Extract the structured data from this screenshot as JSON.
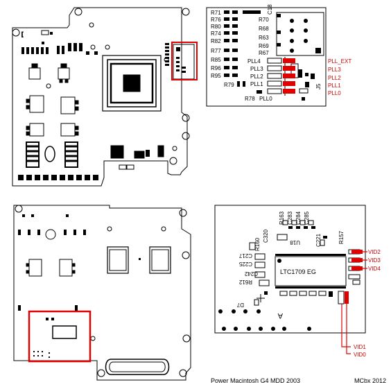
{
  "colors": {
    "board": "#000000",
    "highlight": "#e00000",
    "pad": "#000000",
    "red_label": "#d00000"
  },
  "top_right": {
    "r_labels_left": [
      "R71",
      "R76",
      "R80",
      "R74",
      "R82",
      "R77",
      "R85",
      "R96",
      "R95"
    ],
    "r_labels_right": [
      "R70",
      "R68",
      "R63",
      "R69",
      "R67"
    ],
    "c_label": "C18",
    "pll_labels": [
      "PLL4",
      "PLL3",
      "PLL2",
      "PLL1",
      "PLL0"
    ],
    "r79": "R79",
    "r78": "R78",
    "j_label": "J5",
    "red_labels": [
      "PLL_EXT",
      "PLL3",
      "PLL2",
      "PLL1",
      "PLL0"
    ]
  },
  "bottom_right": {
    "vertical_labels": [
      "R163",
      "C283",
      "C284",
      "C285",
      "R157",
      "C320",
      "R160",
      "C221"
    ],
    "left_labels": [
      "C217",
      "C225",
      "C242",
      "R612"
    ],
    "u_label": "U18",
    "chip_label": "LTC1709 EG",
    "d_label": "D7",
    "a_label": "A",
    "vid_right": [
      "VID2",
      "VID3",
      "VID4"
    ],
    "vid_bottom": [
      "VID1",
      "VID0"
    ]
  },
  "footer": {
    "title": "Power Macintosh G4 MDD 2003",
    "credit": "MCbx 2012"
  }
}
